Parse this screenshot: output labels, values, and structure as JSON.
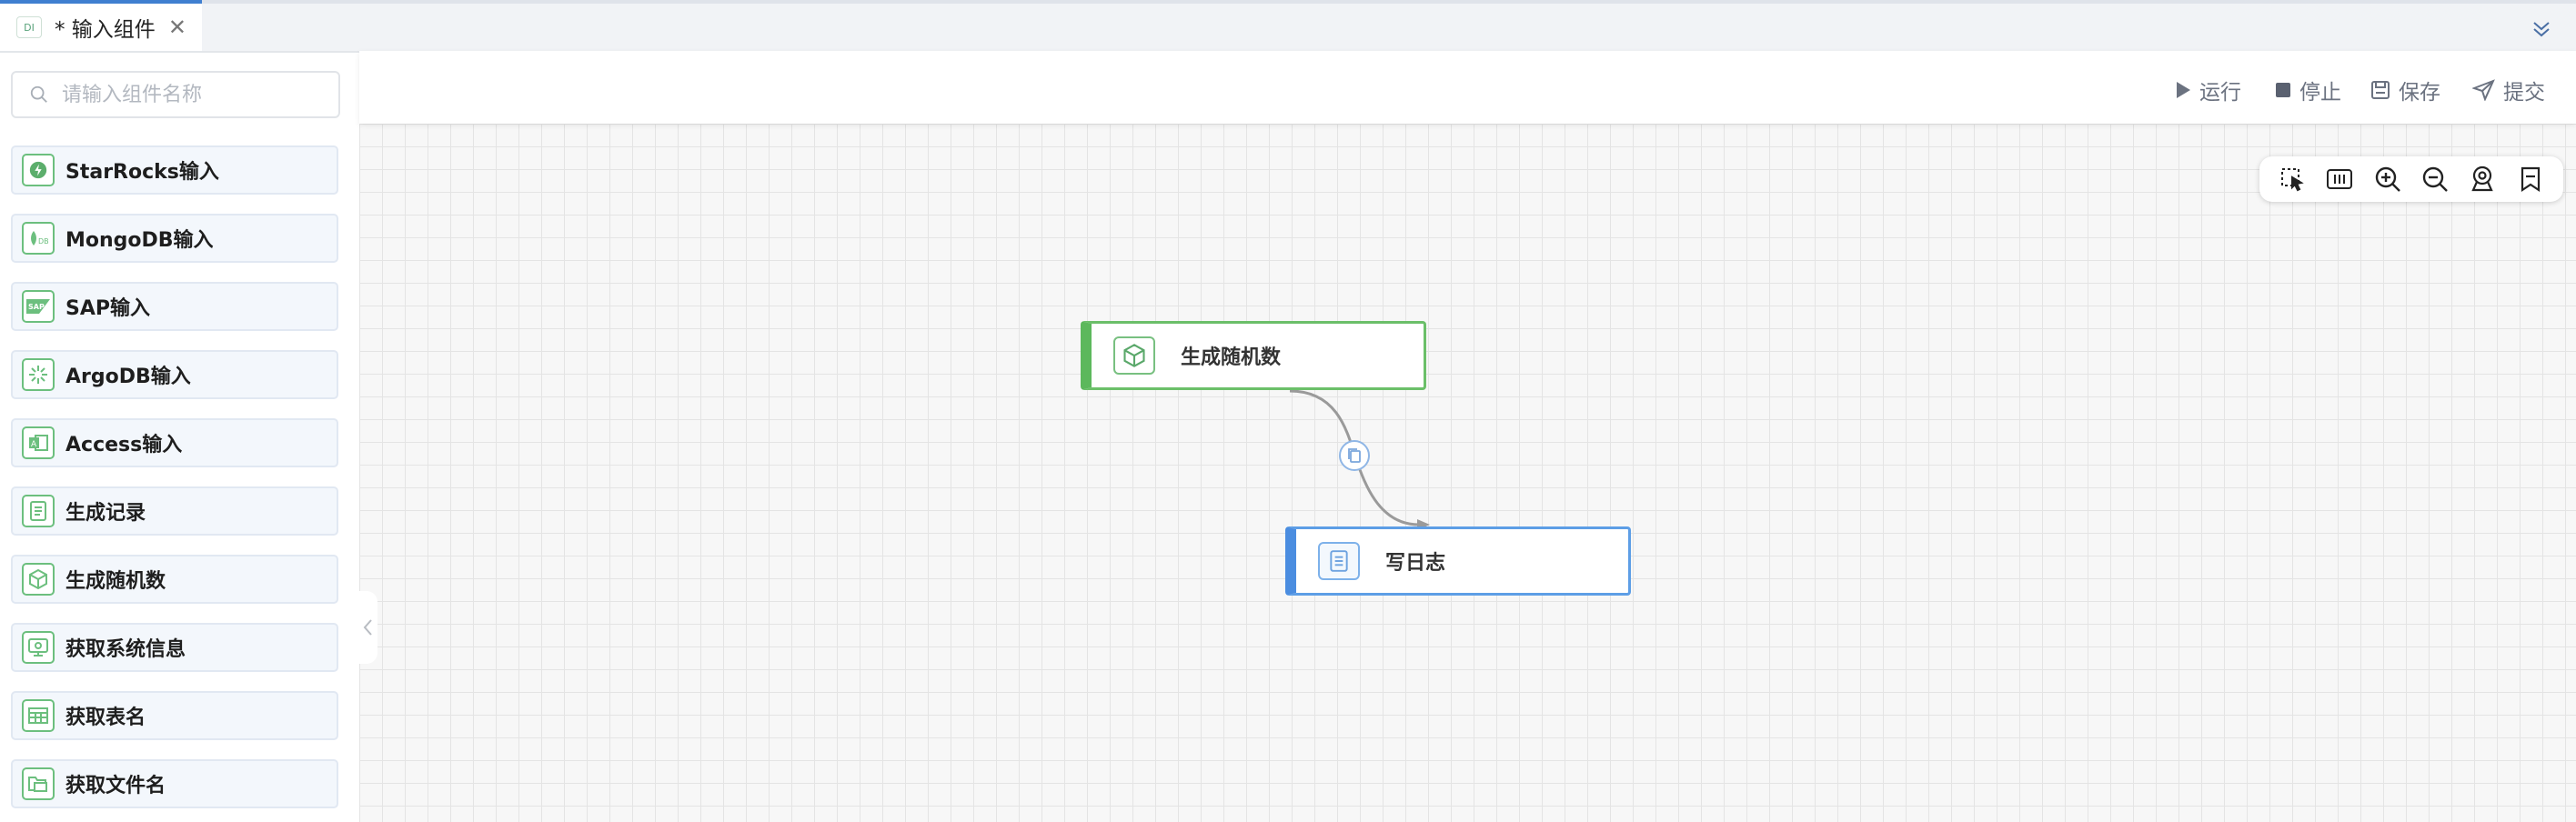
{
  "tab": {
    "badge": "DI",
    "title": "* 输入组件",
    "close": "✕"
  },
  "search": {
    "placeholder": "请输入组件名称",
    "value": ""
  },
  "components": [
    {
      "label": "StarRocks输入",
      "icon": "starrocks-icon"
    },
    {
      "label": "MongoDB输入",
      "icon": "mongodb-icon"
    },
    {
      "label": "SAP输入",
      "icon": "sap-icon"
    },
    {
      "label": "ArgoDB输入",
      "icon": "argodb-icon"
    },
    {
      "label": "Access输入",
      "icon": "access-icon"
    },
    {
      "label": "生成记录",
      "icon": "generate-records-icon"
    },
    {
      "label": "生成随机数",
      "icon": "random-number-icon"
    },
    {
      "label": "获取系统信息",
      "icon": "system-info-icon"
    },
    {
      "label": "获取表名",
      "icon": "table-name-icon"
    },
    {
      "label": "获取文件名",
      "icon": "file-name-icon"
    }
  ],
  "toolbar": {
    "run": "运行",
    "stop": "停止",
    "save": "保存",
    "submit": "提交"
  },
  "canvas_controls": [
    "box-select-icon",
    "fit-view-icon",
    "zoom-in-icon",
    "zoom-out-icon",
    "locate-icon",
    "bookmark-icon"
  ],
  "nodes": {
    "source": {
      "label": "生成随机数",
      "color": "#5cb85c"
    },
    "target": {
      "label": "写日志",
      "color": "#4b8de0"
    }
  },
  "colors": {
    "accent": "#3f7fd0",
    "component_icon": "#6cbf7e",
    "edge": "#9a9a9a"
  }
}
